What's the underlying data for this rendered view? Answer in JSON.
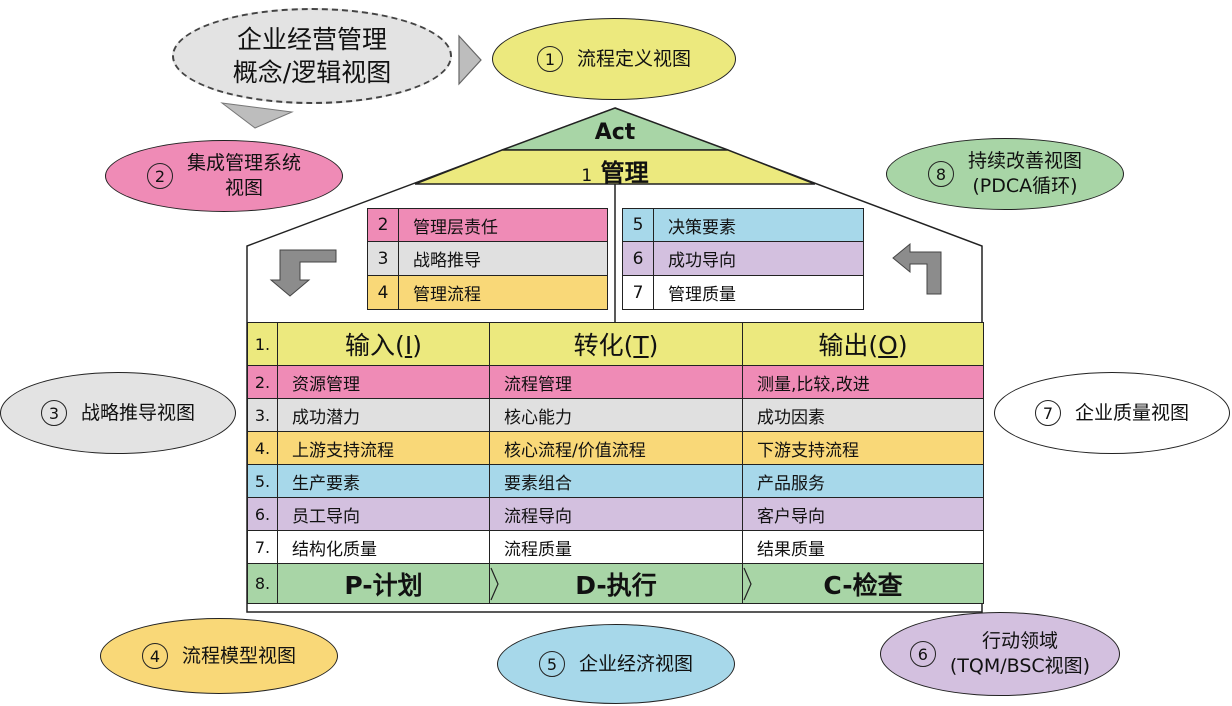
{
  "colors": {
    "yellow": "#ece97e",
    "green": "#a8d5a6",
    "pink": "#ef8bb6",
    "gray": "#e0e0e0",
    "orange": "#f9d878",
    "blue": "#a7d8ea",
    "purple": "#d3c0df",
    "white": "#ffffff"
  },
  "concept_bubble": {
    "line1": "企业经营管理",
    "line2": "概念/逻辑视图"
  },
  "views": {
    "v1": {
      "num": "1",
      "label": "流程定义视图"
    },
    "v2": {
      "num": "2",
      "line1": "集成管理系统",
      "line2": "视图"
    },
    "v3": {
      "num": "3",
      "label": "战略推导视图"
    },
    "v4": {
      "num": "4",
      "label": "流程模型视图"
    },
    "v5": {
      "num": "5",
      "label": "企业经济视图"
    },
    "v6": {
      "num": "6",
      "line1": "行动领域",
      "line2": "(TQM/BSC视图)"
    },
    "v7": {
      "num": "7",
      "label": "企业质量视图"
    },
    "v8": {
      "num": "8",
      "line1": "持续改善视图",
      "line2": "(PDCA循环)"
    }
  },
  "roof": {
    "act": "Act",
    "mgmt_num": "1",
    "mgmt_label": "管理"
  },
  "left_boxes": [
    {
      "num": "2",
      "label": "管理层责任",
      "color": "pink"
    },
    {
      "num": "3",
      "label": "战略推导",
      "color": "gray"
    },
    {
      "num": "4",
      "label": "管理流程",
      "color": "orange"
    }
  ],
  "right_boxes": [
    {
      "num": "5",
      "label": "决策要素",
      "color": "blue"
    },
    {
      "num": "6",
      "label": "成功导向",
      "color": "purple"
    },
    {
      "num": "7",
      "label": "管理质量",
      "color": "white"
    }
  ],
  "grid": {
    "header": {
      "num": "1.",
      "input_a": "输入(",
      "input_u": "I",
      "input_b": ")",
      "transform_a": "转化(",
      "transform_u": "T",
      "transform_b": ")",
      "output_a": "输出(",
      "output_u": "O",
      "output_b": ")"
    },
    "rows": [
      {
        "num": "2.",
        "c1": "资源管理",
        "c2": "流程管理",
        "c3": "测量,比较,改进"
      },
      {
        "num": "3.",
        "c1": "成功潜力",
        "c2": "核心能力",
        "c3": "成功因素"
      },
      {
        "num": "4.",
        "c1": "上游支持流程",
        "c2": "核心流程/价值流程",
        "c3": "下游支持流程"
      },
      {
        "num": "5.",
        "c1": "生产要素",
        "c2": "要素组合",
        "c3": "产品服务"
      },
      {
        "num": "6.",
        "c1": "员工导向",
        "c2": "流程导向",
        "c3": "客户导向"
      },
      {
        "num": "7.",
        "c1": "结构化质量",
        "c2": "流程质量",
        "c3": "结果质量"
      }
    ],
    "footer": {
      "num": "8.",
      "plan": "P-计划",
      "do": "D-执行",
      "check": "C-检查"
    }
  }
}
